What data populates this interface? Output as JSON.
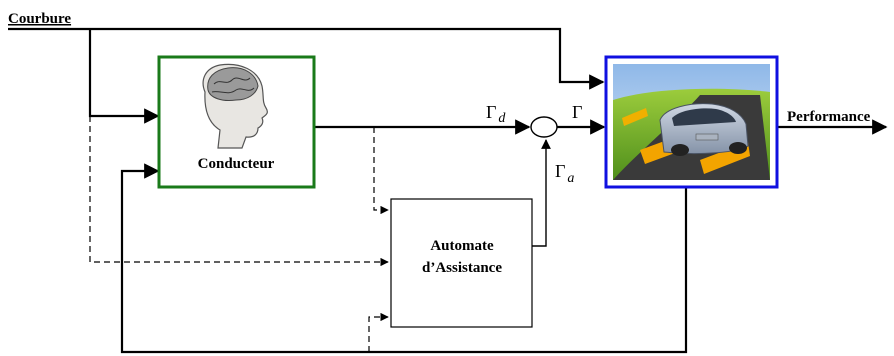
{
  "inputs": {
    "curvature": "Courbure"
  },
  "outputs": {
    "performance": "Performance"
  },
  "blocks": {
    "driver": {
      "label": "Conducteur"
    },
    "assist": {
      "line1": "Automate",
      "line2": "d’Assistance"
    }
  },
  "signals": {
    "gamma_d": {
      "base": "Γ",
      "sub": "d"
    },
    "gamma": {
      "base": "Γ"
    },
    "gamma_a": {
      "base": "Γ",
      "sub": "a"
    }
  },
  "colors": {
    "driver_border": "#1a7a1a",
    "vehicle_border": "#1010e0",
    "line": "#000000"
  },
  "icons": {
    "driver": "brain-head-icon",
    "vehicle": "car-on-road-image"
  }
}
